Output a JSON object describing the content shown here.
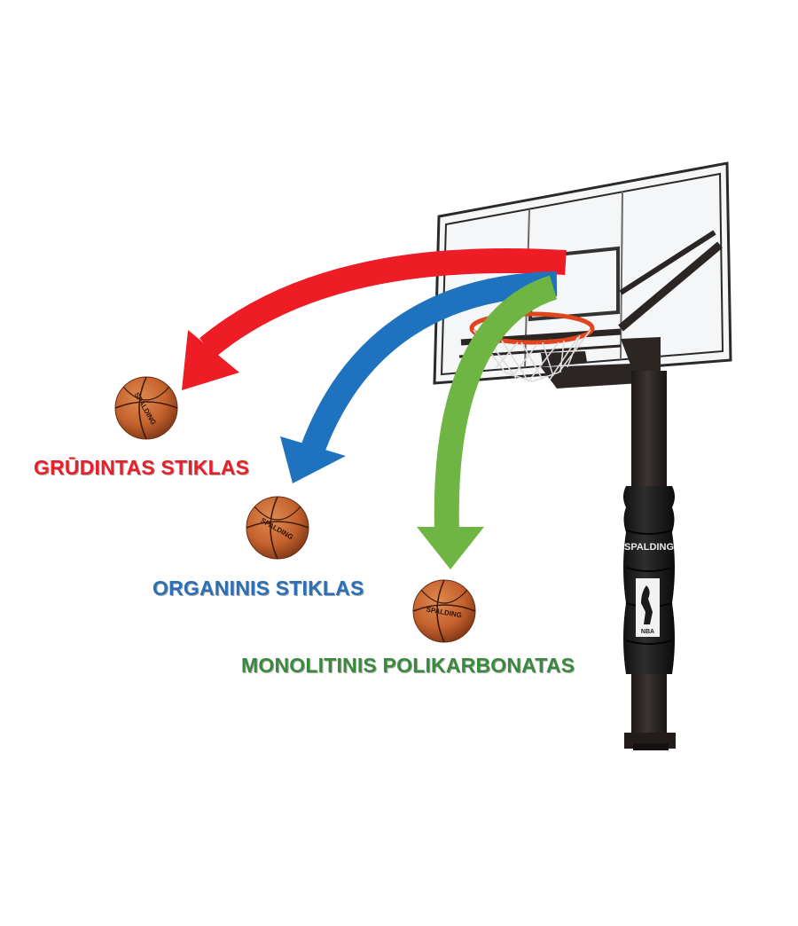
{
  "labels": {
    "tempered_glass": "GRŪDINTAS STIKLAS",
    "acrylic": "ORGANINIS STIKLAS",
    "polycarbonate": "MONOLITINIS POLIKARBONATAS"
  },
  "ball_text": "SPALDING",
  "pole_pad_brand": "SPALDING",
  "pole_pad_logo": "NBA",
  "colors": {
    "red": "#ee1c25",
    "blue": "#1f73be",
    "green": "#6fb544",
    "label_red": "#e8202a",
    "label_blue": "#2b6fb6",
    "label_green": "#3a8a3e",
    "ball": "#c4622d",
    "pole": "#2b2624",
    "rim": "#e0451d"
  },
  "icons": [
    "basketball-icon",
    "backboard",
    "hoop-rim",
    "pole-pad"
  ]
}
